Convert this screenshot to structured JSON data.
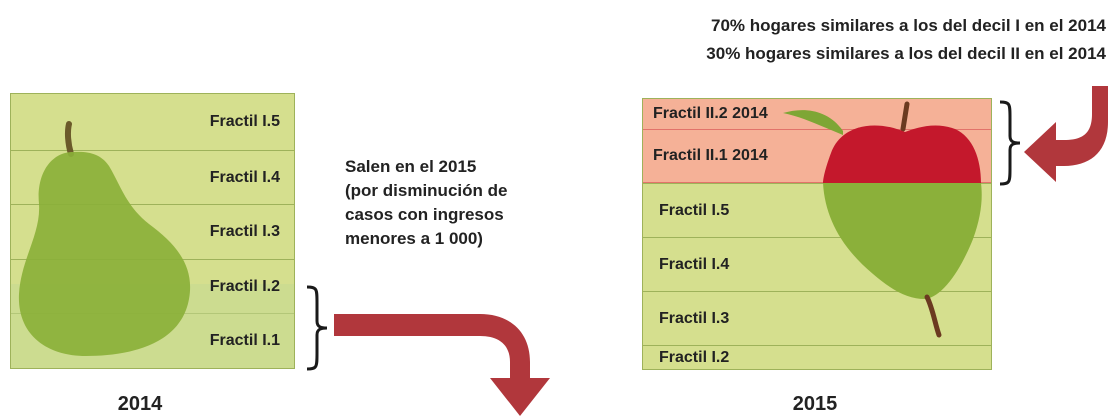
{
  "left_panel": {
    "fractiles": [
      "Fractil I.5",
      "Fractil I.4",
      "Fractil I.3",
      "Fractil I.2",
      "Fractil I.1"
    ],
    "caption": "2014"
  },
  "exit_note": {
    "lines": [
      "Salen en el 2015",
      "(por disminución de",
      "casos con ingresos",
      "menores a 1 000)"
    ]
  },
  "right_panel": {
    "header_lines": [
      "70% hogares similares a los del decil I en el 2014",
      "30% hogares similares a los del decil II en el 2014"
    ],
    "fractiles": [
      "Fractil II.2 2014",
      "Fractil II.1 2014",
      "Fractil I.5",
      "Fractil I.4",
      "Fractil I.3",
      "Fractil I.2"
    ],
    "caption": "2015"
  },
  "colors": {
    "band_green": "#d5df8e",
    "band_green_light": "#c6d992",
    "band_red": "#f5b197",
    "band_border_red": "#e2736a",
    "pear": "#8bb03a",
    "apple": "#c4182c",
    "arrow": "#b1373c"
  },
  "icons": [
    "pear-icon",
    "apple-icon",
    "curly-brace-icon",
    "curved-arrow-icon"
  ]
}
